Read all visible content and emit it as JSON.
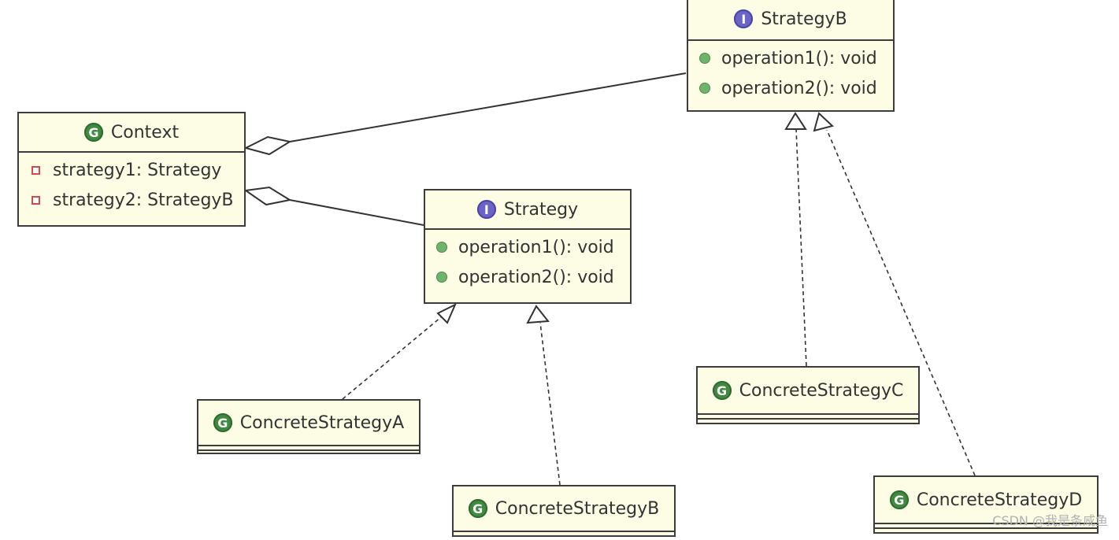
{
  "classes": {
    "context": {
      "name": "Context",
      "fields": [
        "strategy1: Strategy",
        "strategy2: StrategyB"
      ]
    },
    "strategy": {
      "name": "Strategy",
      "operations": [
        "operation1(): void",
        "operation2(): void"
      ]
    },
    "strategyB": {
      "name": "StrategyB",
      "operations": [
        "operation1(): void",
        "operation2(): void"
      ]
    },
    "concreteA": {
      "name": "ConcreteStrategyA"
    },
    "concreteB": {
      "name": "ConcreteStrategyB"
    },
    "concreteC": {
      "name": "ConcreteStrategyC"
    },
    "concreteD": {
      "name": "ConcreteStrategyD"
    }
  },
  "badges": {
    "class": "G",
    "interface": "I"
  },
  "watermark": "CSDN @我是条咸鱼",
  "colors": {
    "box_fill": "#fdfde6",
    "class_badge": "#3f8a3f",
    "interface_badge": "#6b63c7",
    "operation_dot": "#6fb36f",
    "field_marker": "#d24a4a"
  }
}
